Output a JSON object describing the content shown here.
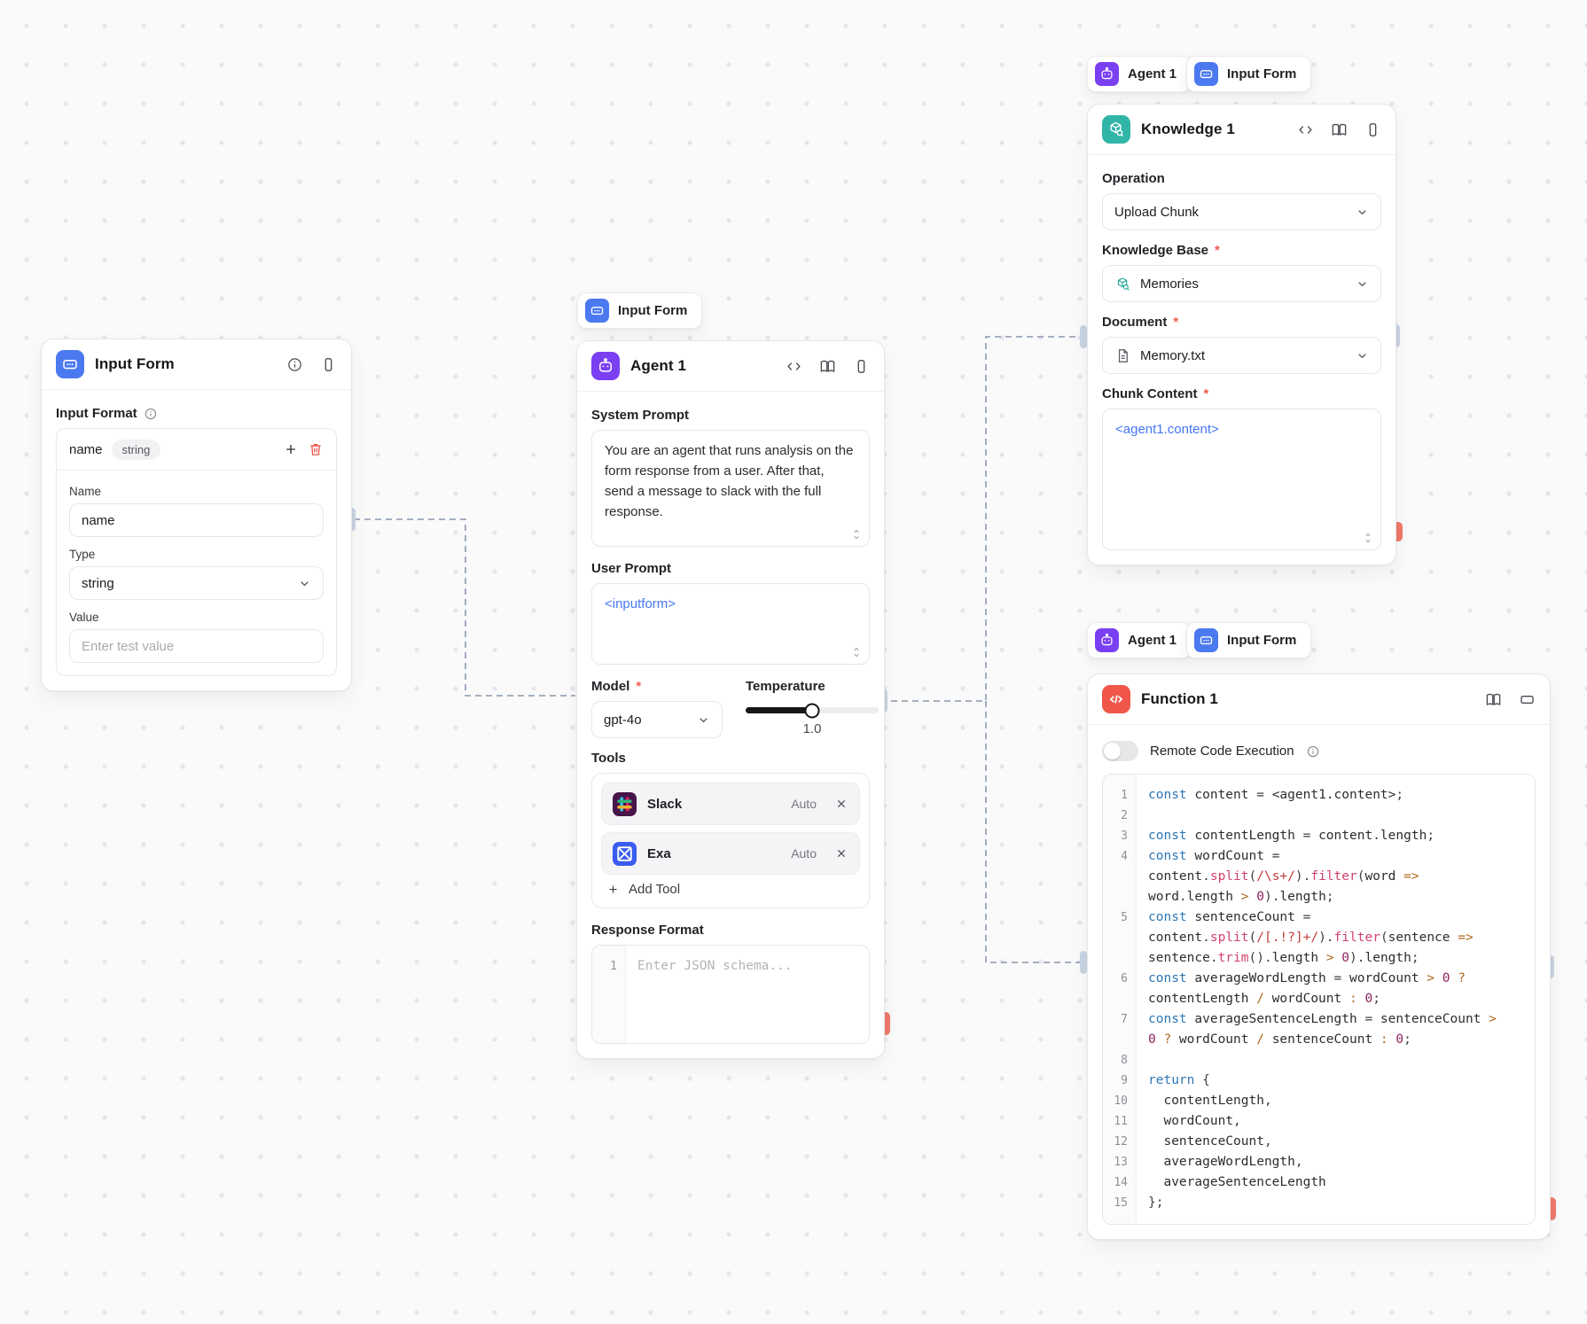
{
  "colors": {
    "accent_blue": "#4577f6",
    "agent_purple": "#7b3ff2",
    "input_form_blue": "#4b79f0",
    "knowledge_teal": "#31b5a7",
    "function_red": "#f0564a",
    "handle_red": "#f0796b",
    "connector_gray": "#97a5ba"
  },
  "chips": {
    "above_agent": [
      {
        "label": "Input Form",
        "icon": "input-form-icon"
      }
    ],
    "above_knowledge": [
      {
        "label": "Agent 1",
        "icon": "agent-icon"
      },
      {
        "label": "Input Form",
        "icon": "input-form-icon"
      }
    ],
    "above_function": [
      {
        "label": "Agent 1",
        "icon": "agent-icon"
      },
      {
        "label": "Input Form",
        "icon": "input-form-icon"
      }
    ]
  },
  "input_form_node": {
    "title": "Input Form",
    "input_format_label": "Input Format",
    "row": {
      "name": "name",
      "type_chip": "string"
    },
    "name_label": "Name",
    "name_value": "name",
    "type_label": "Type",
    "type_value": "string",
    "value_label": "Value",
    "value_placeholder": "Enter test value"
  },
  "agent_node": {
    "title": "Agent 1",
    "system_prompt_label": "System Prompt",
    "system_prompt_value": "You are an agent that runs analysis on the form response from a user. After that, send a message to slack with the full response.",
    "user_prompt_label": "User Prompt",
    "user_prompt_value": "<inputform>",
    "model_label": "Model",
    "model_value": "gpt-4o",
    "temperature_label": "Temperature",
    "temperature_value": "1.0",
    "tools_label": "Tools",
    "tools": [
      {
        "name": "Slack",
        "mode": "Auto"
      },
      {
        "name": "Exa",
        "mode": "Auto"
      }
    ],
    "add_tool_label": "Add Tool",
    "response_format_label": "Response Format",
    "response_gutter": "1",
    "response_placeholder": "Enter JSON schema..."
  },
  "knowledge_node": {
    "title": "Knowledge 1",
    "operation_label": "Operation",
    "operation_value": "Upload Chunk",
    "knowledge_base_label": "Knowledge Base",
    "knowledge_base_value": "Memories",
    "document_label": "Document",
    "document_value": "Memory.txt",
    "chunk_content_label": "Chunk Content",
    "chunk_content_value": "<agent1.content>"
  },
  "function_node": {
    "title": "Function 1",
    "toggle_label": "Remote Code Execution",
    "code": {
      "lines": [
        {
          "n": "1",
          "t": [
            [
              "kw",
              "const"
            ],
            [
              "pl",
              " content "
            ],
            [
              "p",
              "= "
            ],
            [
              "pl",
              "<agent1.content>"
            ],
            [
              "p",
              ";"
            ]
          ]
        },
        {
          "n": "2",
          "t": []
        },
        {
          "n": "3",
          "t": [
            [
              "kw",
              "const"
            ],
            [
              "pl",
              " contentLength "
            ],
            [
              "p",
              "= "
            ],
            [
              "pl",
              "content"
            ],
            [
              "p",
              "."
            ],
            [
              "pl",
              "length"
            ],
            [
              "p",
              ";"
            ]
          ]
        },
        {
          "n": "4",
          "t": [
            [
              "kw",
              "const"
            ],
            [
              "pl",
              " wordCount "
            ],
            [
              "p",
              "="
            ]
          ]
        },
        {
          "n": "",
          "t": [
            [
              "pl",
              "content"
            ],
            [
              "p",
              "."
            ],
            [
              "fn",
              "split"
            ],
            [
              "p",
              "("
            ],
            [
              "rx",
              "/\\s+/"
            ],
            [
              "p",
              ")."
            ],
            [
              "fn",
              "filter"
            ],
            [
              "p",
              "("
            ],
            [
              "pl",
              "word "
            ],
            [
              "op",
              "=>"
            ]
          ]
        },
        {
          "n": "",
          "t": [
            [
              "pl",
              "word"
            ],
            [
              "p",
              "."
            ],
            [
              "pl",
              "length "
            ],
            [
              "op",
              ">"
            ],
            [
              "pl",
              " "
            ],
            [
              "num",
              "0"
            ],
            [
              "p",
              ")."
            ],
            [
              "pl",
              "length"
            ],
            [
              "p",
              ";"
            ]
          ]
        },
        {
          "n": "5",
          "t": [
            [
              "kw",
              "const"
            ],
            [
              "pl",
              " sentenceCount "
            ],
            [
              "p",
              "="
            ]
          ]
        },
        {
          "n": "",
          "t": [
            [
              "pl",
              "content"
            ],
            [
              "p",
              "."
            ],
            [
              "fn",
              "split"
            ],
            [
              "p",
              "("
            ],
            [
              "rx",
              "/[.!?]+/"
            ],
            [
              "p",
              ")."
            ],
            [
              "fn",
              "filter"
            ],
            [
              "p",
              "("
            ],
            [
              "pl",
              "sentence "
            ],
            [
              "op",
              "=>"
            ]
          ]
        },
        {
          "n": "",
          "t": [
            [
              "pl",
              "sentence"
            ],
            [
              "p",
              "."
            ],
            [
              "fn",
              "trim"
            ],
            [
              "p",
              "()."
            ],
            [
              "pl",
              "length "
            ],
            [
              "op",
              ">"
            ],
            [
              "pl",
              " "
            ],
            [
              "num",
              "0"
            ],
            [
              "p",
              ")."
            ],
            [
              "pl",
              "length"
            ],
            [
              "p",
              ";"
            ]
          ]
        },
        {
          "n": "6",
          "t": [
            [
              "kw",
              "const"
            ],
            [
              "pl",
              " averageWordLength "
            ],
            [
              "p",
              "= "
            ],
            [
              "pl",
              "wordCount "
            ],
            [
              "op",
              ">"
            ],
            [
              "pl",
              " "
            ],
            [
              "num",
              "0"
            ],
            [
              "pl",
              " "
            ],
            [
              "op",
              "?"
            ]
          ]
        },
        {
          "n": "",
          "t": [
            [
              "pl",
              "contentLength "
            ],
            [
              "op",
              "/"
            ],
            [
              "pl",
              " wordCount "
            ],
            [
              "op",
              ":"
            ],
            [
              "pl",
              " "
            ],
            [
              "num",
              "0"
            ],
            [
              "p",
              ";"
            ]
          ]
        },
        {
          "n": "7",
          "t": [
            [
              "kw",
              "const"
            ],
            [
              "pl",
              " averageSentenceLength "
            ],
            [
              "p",
              "= "
            ],
            [
              "pl",
              "sentenceCount "
            ],
            [
              "op",
              ">"
            ]
          ]
        },
        {
          "n": "",
          "t": [
            [
              "num",
              "0"
            ],
            [
              "pl",
              " "
            ],
            [
              "op",
              "?"
            ],
            [
              "pl",
              " wordCount "
            ],
            [
              "op",
              "/"
            ],
            [
              "pl",
              " sentenceCount "
            ],
            [
              "op",
              ":"
            ],
            [
              "pl",
              " "
            ],
            [
              "num",
              "0"
            ],
            [
              "p",
              ";"
            ]
          ]
        },
        {
          "n": "8",
          "t": []
        },
        {
          "n": "9",
          "t": [
            [
              "kw",
              "return"
            ],
            [
              "pl",
              " "
            ],
            [
              "p",
              "{"
            ]
          ]
        },
        {
          "n": "10",
          "t": [
            [
              "pl",
              "  contentLength"
            ],
            [
              "p",
              ","
            ]
          ]
        },
        {
          "n": "11",
          "t": [
            [
              "pl",
              "  wordCount"
            ],
            [
              "p",
              ","
            ]
          ]
        },
        {
          "n": "12",
          "t": [
            [
              "pl",
              "  sentenceCount"
            ],
            [
              "p",
              ","
            ]
          ]
        },
        {
          "n": "13",
          "t": [
            [
              "pl",
              "  averageWordLength"
            ],
            [
              "p",
              ","
            ]
          ]
        },
        {
          "n": "14",
          "t": [
            [
              "pl",
              "  averageSentenceLength"
            ]
          ]
        },
        {
          "n": "15",
          "t": [
            [
              "p",
              "};"
            ]
          ]
        }
      ]
    }
  }
}
